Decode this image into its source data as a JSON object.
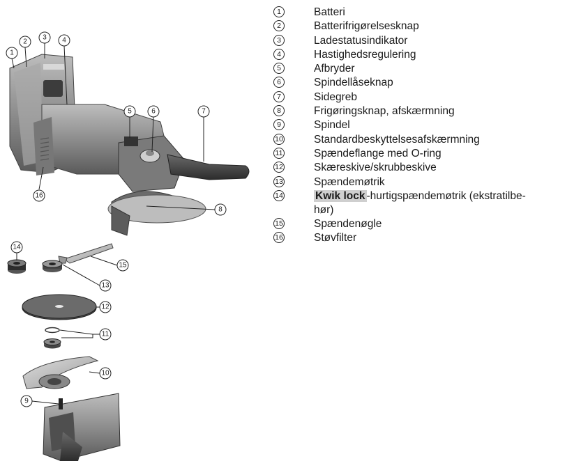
{
  "legend": [
    {
      "num": "1",
      "label": "Batteri"
    },
    {
      "num": "2",
      "label": "Batterifrigørelsesknap"
    },
    {
      "num": "3",
      "label": "Ladestatusindikator"
    },
    {
      "num": "4",
      "label": "Hastighedsregulering"
    },
    {
      "num": "5",
      "label": "Afbryder"
    },
    {
      "num": "6",
      "label": "Spindellåseknap"
    },
    {
      "num": "7",
      "label": "Sidegreb"
    },
    {
      "num": "8",
      "label": "Frigøringsknap, afskærmning"
    },
    {
      "num": "9",
      "label": "Spindel"
    },
    {
      "num": "10",
      "label": "Standardbeskyttelsesafskærmning"
    },
    {
      "num": "11",
      "label": "Spændeflange med O-ring"
    },
    {
      "num": "12",
      "label": "Skæreskive/skrubbeskive"
    },
    {
      "num": "13",
      "label": "Spændemøtrik"
    },
    {
      "num": "14",
      "label_highlight": "Kwik lock",
      "label_rest": "-hurtigspændemøtrik (ekstratilbe-",
      "label_line2": "hør)"
    },
    {
      "num": "15",
      "label": "Spændenøgle"
    },
    {
      "num": "16",
      "label": "Støvfilter"
    }
  ],
  "callouts": [
    "1",
    "2",
    "3",
    "4",
    "5",
    "6",
    "7",
    "8",
    "16",
    "14",
    "15",
    "13",
    "12",
    "11",
    "10",
    "9"
  ]
}
